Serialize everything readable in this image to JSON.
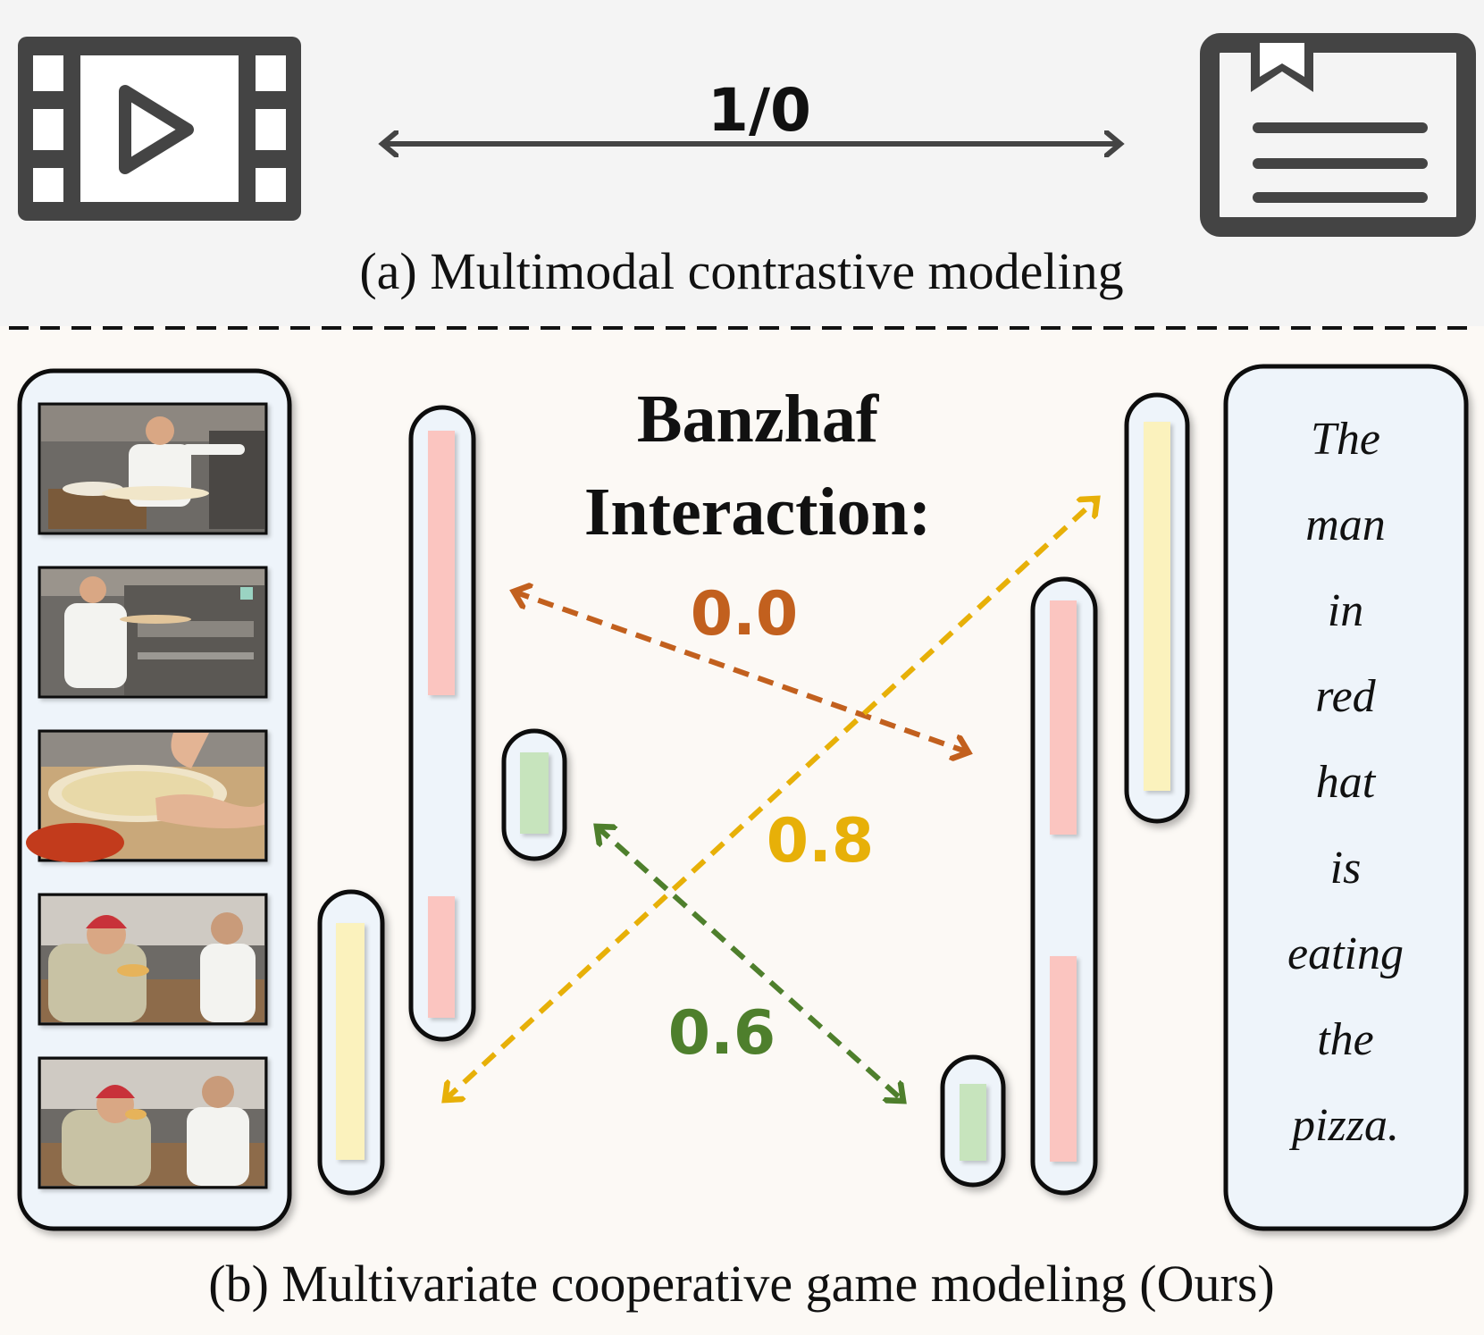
{
  "panel_a": {
    "relation_label": "1/0",
    "caption": "(a) Multimodal contrastive modeling",
    "video_icon": "film-strip-play-icon",
    "text_icon": "document-bookmark-icon"
  },
  "panel_b": {
    "title_line1": "Banzhaf",
    "title_line2": "Interaction:",
    "caption": "(b) Multivariate cooperative game modeling (Ours)",
    "interactions": [
      {
        "value": "0.0",
        "color": "#c2601e"
      },
      {
        "value": "0.8",
        "color": "#e7b008"
      },
      {
        "value": "0.6",
        "color": "#4e7f2c"
      }
    ],
    "sentence_words": [
      "The",
      "man",
      "in",
      "red",
      "hat",
      "is",
      "eating",
      "the",
      "pizza."
    ],
    "frames": [
      {
        "scene": "chef-stretching-dough"
      },
      {
        "scene": "chef-at-oven"
      },
      {
        "scene": "hands-on-pizza-dough"
      },
      {
        "scene": "man-in-red-hat-with-pizza"
      },
      {
        "scene": "man-in-red-hat-eating-pizza"
      }
    ]
  },
  "colors": {
    "top_bg": "#f4f4f4",
    "bottom_bg": "#fcf9f5",
    "panel_fill": "#eef4fa",
    "icon_gray": "#444444",
    "pink": "#fbc5c0",
    "yellow": "#fbf2bd",
    "green": "#c7e4bd"
  }
}
